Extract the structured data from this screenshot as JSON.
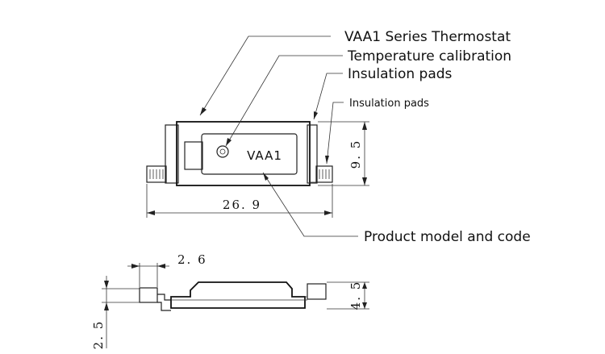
{
  "labels": {
    "series": "VAA1 Series Thermostat",
    "calibration": "Temperature calibration",
    "pads_left": "Insulation pads",
    "pads_right": "Insulation pads",
    "product": "Product model and code",
    "model_marking": "VAA1"
  },
  "dimensions": {
    "length": "26. 9",
    "height": "9. 5",
    "tab": "2. 6",
    "thickness": "4. 5",
    "step": "2. 5"
  }
}
